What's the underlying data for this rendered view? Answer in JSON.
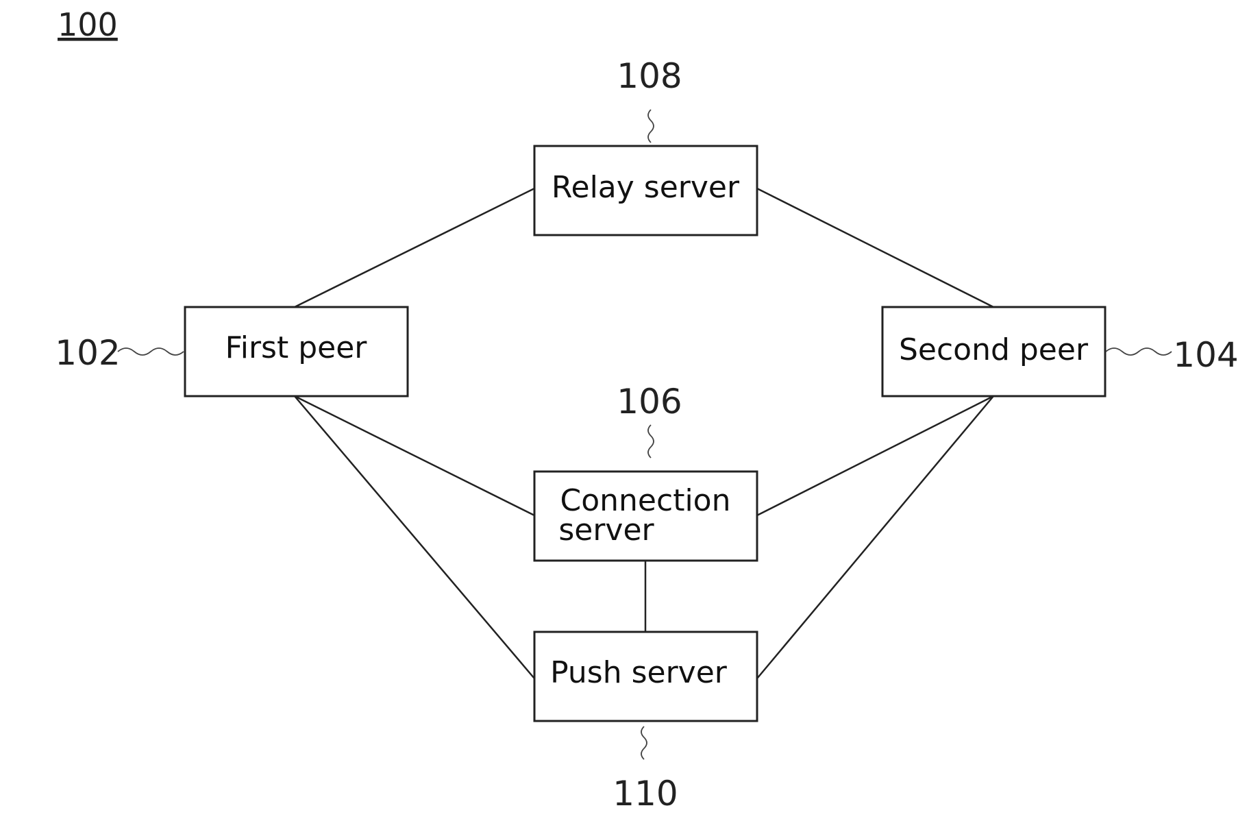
{
  "figure": {
    "ref": "100"
  },
  "nodes": {
    "relay_server": {
      "lines": [
        "Relay server"
      ],
      "ref": "108"
    },
    "first_peer": {
      "lines": [
        "First peer"
      ],
      "ref": "102"
    },
    "second_peer": {
      "lines": [
        "Second peer"
      ],
      "ref": "104"
    },
    "connection_server": {
      "lines": [
        "Connection",
        "server"
      ],
      "ref": "106"
    },
    "push_server": {
      "lines": [
        "Push server"
      ],
      "ref": "110"
    }
  },
  "edges": [
    {
      "from": "first_peer",
      "to": "relay_server"
    },
    {
      "from": "relay_server",
      "to": "second_peer"
    },
    {
      "from": "first_peer",
      "to": "connection_server"
    },
    {
      "from": "connection_server",
      "to": "second_peer"
    },
    {
      "from": "first_peer",
      "to": "push_server"
    },
    {
      "from": "push_server",
      "to": "second_peer"
    },
    {
      "from": "connection_server",
      "to": "push_server"
    }
  ]
}
